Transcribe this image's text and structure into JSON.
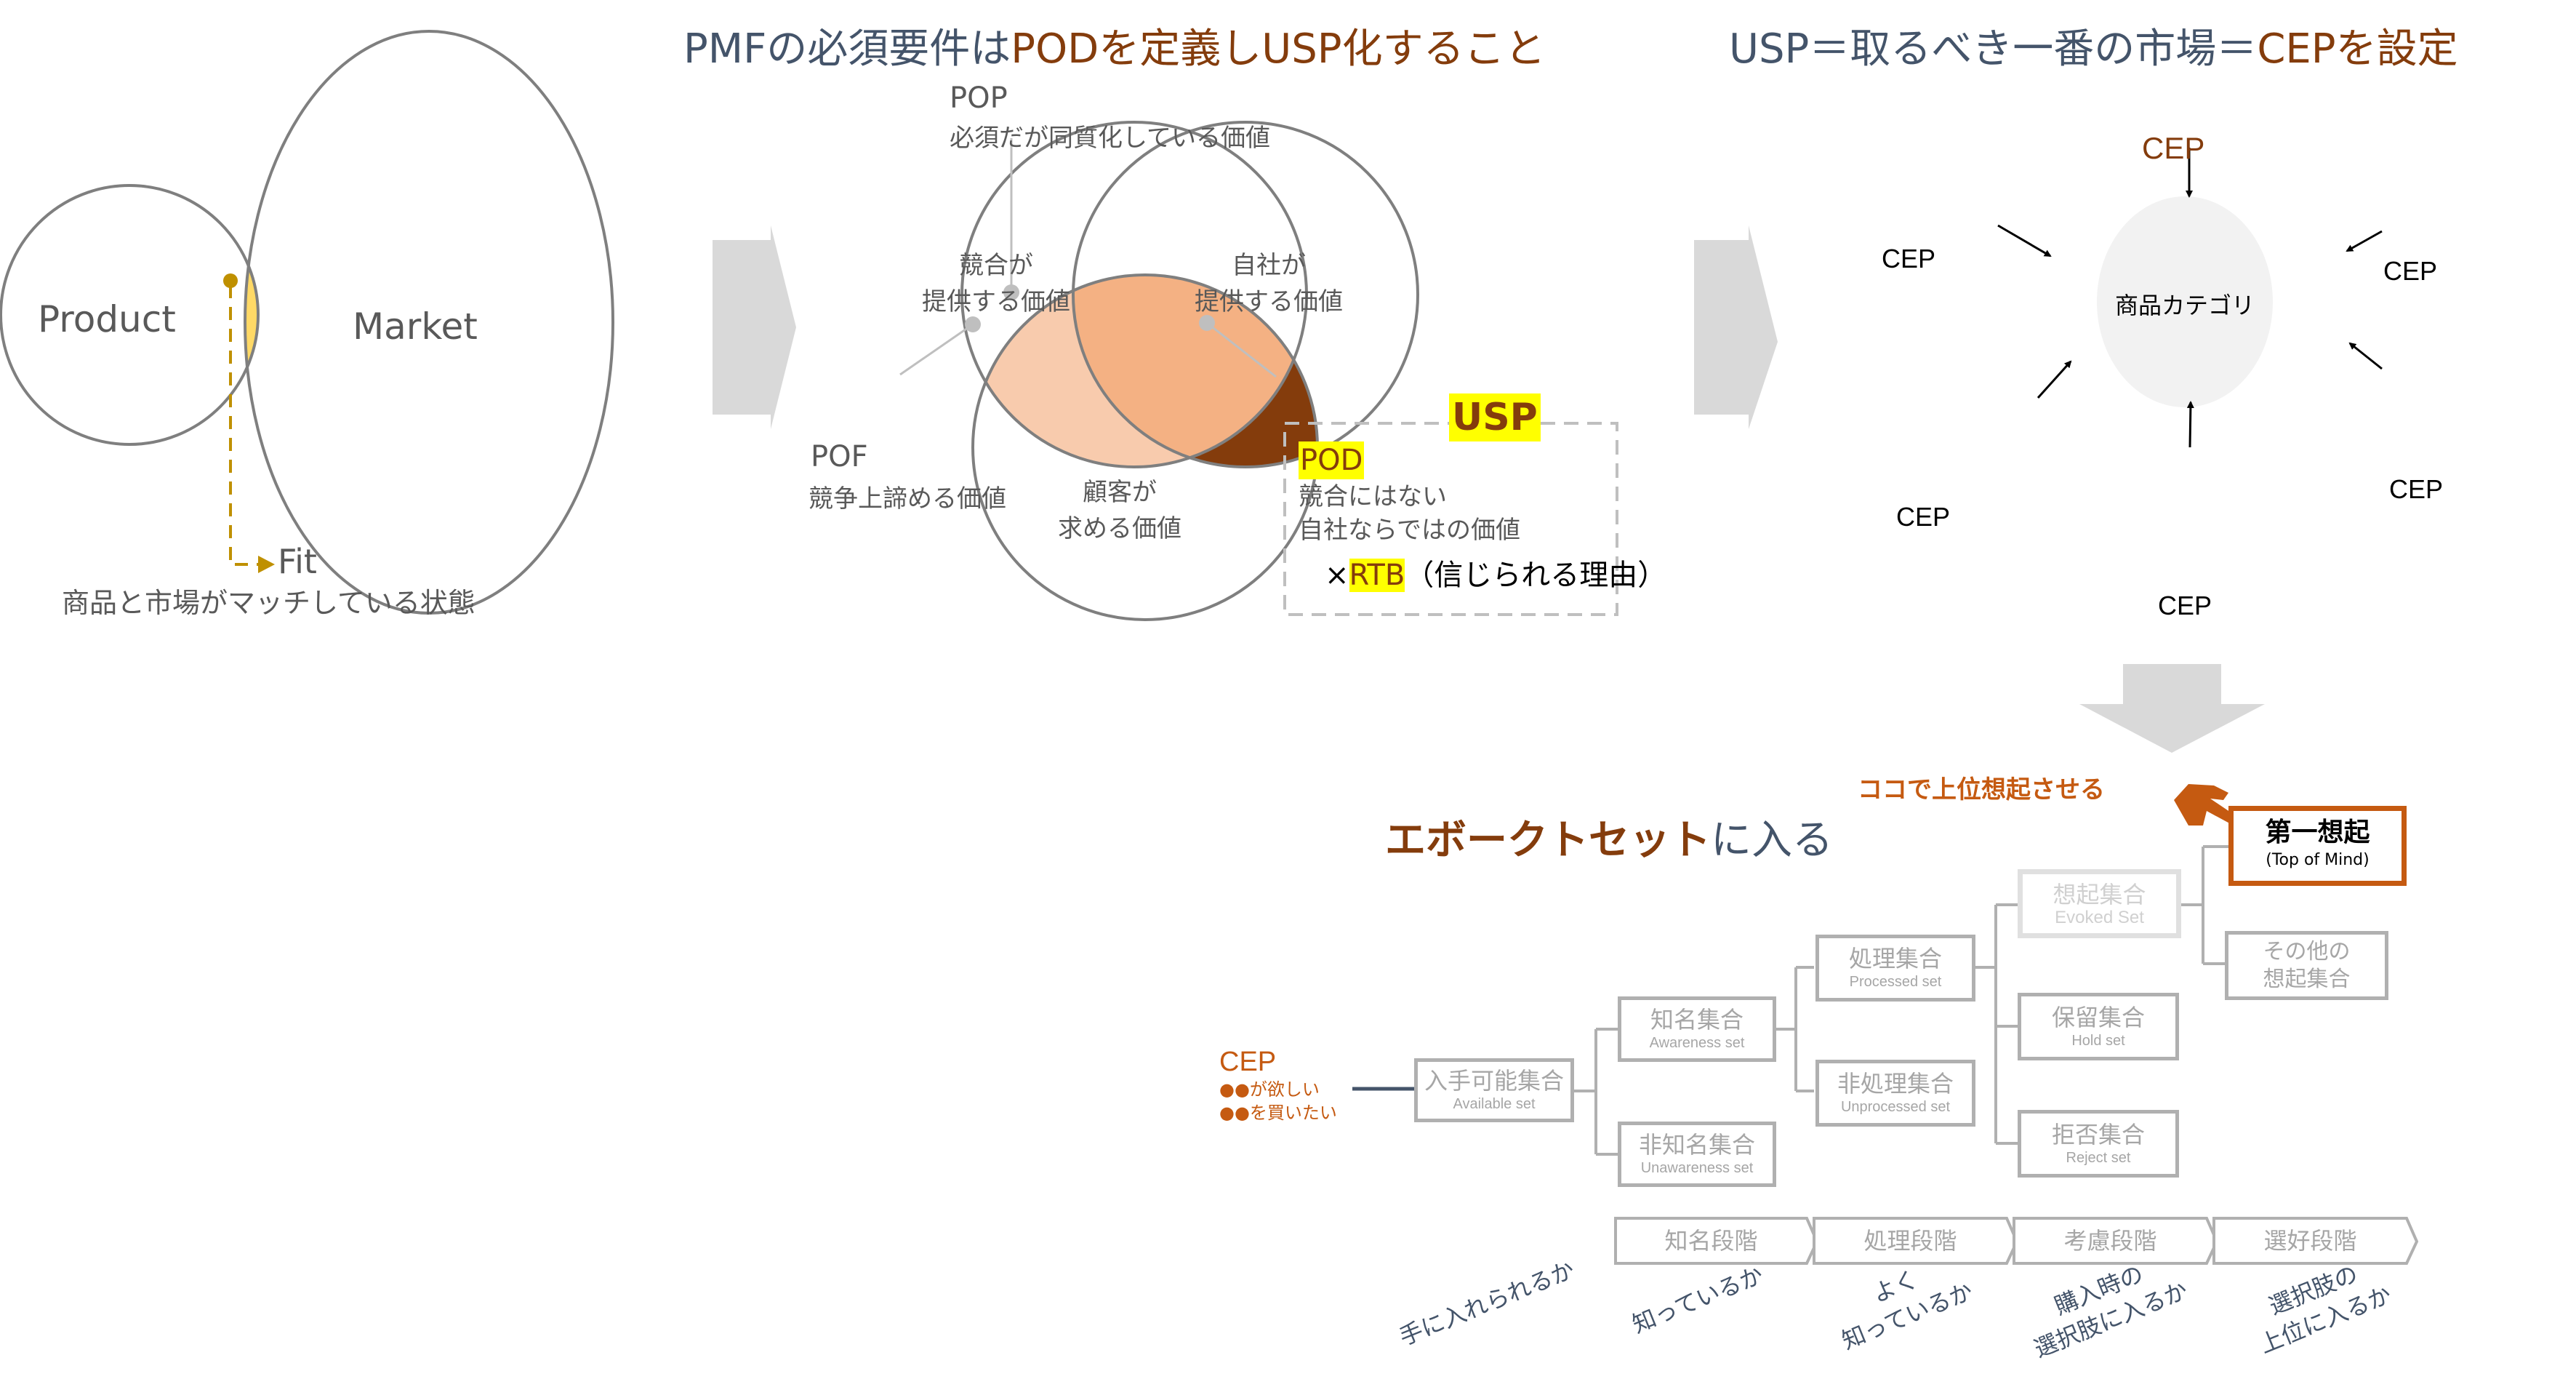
{
  "section1": {
    "product_label": "Product",
    "market_label": "Market",
    "fit_label": "Fit",
    "fit_desc": "商品と市場がマッチしている状態",
    "colors": {
      "overlap": "#ffd966",
      "pointer": "#bf9000",
      "outline": "#7f7f7f"
    }
  },
  "section2": {
    "title_part1": "PMFの必須要件は",
    "title_part2": "PODを定義しUSP化すること",
    "pop_title": "POP",
    "pop_desc": "必須だが同質化している価値",
    "competitor_line1": "競合が",
    "competitor_line2": "提供する価値",
    "company_line1": "自社が",
    "company_line2": "提供する価値",
    "customer_line1": "顧客が",
    "customer_line2": "求める価値",
    "pof_title": "POF",
    "pof_desc": "競争上諦める価値",
    "usp_label": "USP",
    "pod_label": "POD",
    "pod_desc_line1": "競合にはない",
    "pod_desc_line2": "自社ならではの価値",
    "rtb_prefix": "×",
    "rtb_label": "RTB",
    "rtb_suffix": "（信じられる理由）",
    "colors": {
      "pof": "#f8cbad",
      "pop": "#f4b183",
      "pod": "#843c0c",
      "highlight": "#ffff00"
    }
  },
  "section3": {
    "title_part1": "USP＝取るべき一番の市場＝",
    "title_part2": "CEPを設定",
    "center_label": "商品カテゴリ",
    "cep_top": "CEP",
    "cep_labels": [
      "CEP",
      "CEP",
      "CEP",
      "CEP",
      "CEP"
    ],
    "colors": {
      "circle": "#f2f2f2",
      "cep_top": "#843c0c"
    }
  },
  "section4": {
    "title_part1": "エボークトセット",
    "title_part2": "に入る",
    "callout": "ココで上位想起させる",
    "cep_title": "CEP",
    "cep_line1": "●●が欲しい",
    "cep_line2": "●●を買いたい",
    "top_of_mind_jp": "第一想起",
    "top_of_mind_en": "(Top of Mind)",
    "sets": [
      {
        "jp": "入手可能集合",
        "en": "Available set"
      },
      {
        "jp": "知名集合",
        "en": "Awareness set"
      },
      {
        "jp": "非知名集合",
        "en": "Unawareness set"
      },
      {
        "jp": "処理集合",
        "en": "Processed set"
      },
      {
        "jp": "非処理集合",
        "en": "Unprocessed set"
      },
      {
        "jp": "想起集合",
        "en": "Evoked Set"
      },
      {
        "jp": "保留集合",
        "en": "Hold set"
      },
      {
        "jp": "拒否集合",
        "en": "Reject set"
      },
      {
        "jp": "その他の",
        "en": "想起集合"
      }
    ],
    "stages": [
      "知名段階",
      "処理段階",
      "考慮段階",
      "選好段階"
    ],
    "questions": [
      {
        "line1": "手に入れられるか",
        "line2": ""
      },
      {
        "line1": "知っているか",
        "line2": ""
      },
      {
        "line1": "よく",
        "line2": "知っているか"
      },
      {
        "line1": "購入時の",
        "line2": "選択肢に入るか"
      },
      {
        "line1": "選択肢の",
        "line2": "上位に入るか"
      }
    ],
    "colors": {
      "accent": "#c55a11",
      "box_border": "#b0b0b0",
      "stage_fill": "#ffffff"
    }
  }
}
